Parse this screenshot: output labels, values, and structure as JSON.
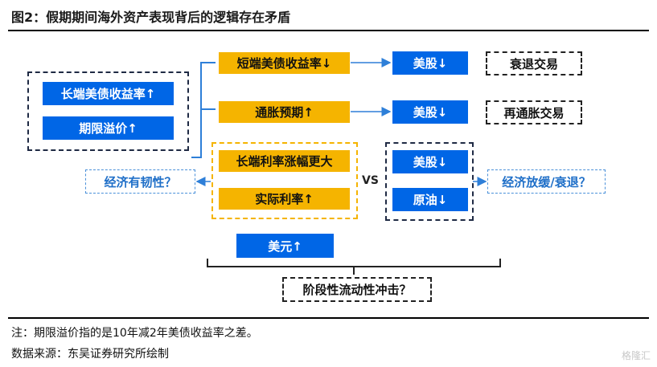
{
  "figure_title": "图2：假期期间海外资产表现背后的逻辑存在矛盾",
  "left_group": {
    "long_yield": "长端美债收益率↑",
    "term_premium": "期限溢价↑"
  },
  "drivers": {
    "short_yield": "短端美债收益率↓",
    "inflation_expect": "通胀预期↑",
    "long_rate_bigger": "长端利率涨幅更大",
    "real_rate": "实际利率↑"
  },
  "outcomes": {
    "stocks_1": "美股↓",
    "stocks_2": "美股↓",
    "stocks_3": "美股↓",
    "oil": "原油↓",
    "usd": "美元↑"
  },
  "trades": {
    "recession": "衰退交易",
    "reflation": "再通胀交易"
  },
  "questions": {
    "resilient": "经济有韧性？",
    "slowdown": "经济放缓/衰退？",
    "liquidity": "阶段性流动性冲击？"
  },
  "vs_label": "VS",
  "footnote": {
    "note": "注：期限溢价指的是10年减2年美债收益率之差。",
    "source": "数据来源：东吴证券研究所绘制"
  },
  "watermark": "格隆汇",
  "colors": {
    "blue": "#0066e6",
    "gold": "#f5b400",
    "light_blue": "#4a90d9",
    "dark": "#1f2a44"
  }
}
